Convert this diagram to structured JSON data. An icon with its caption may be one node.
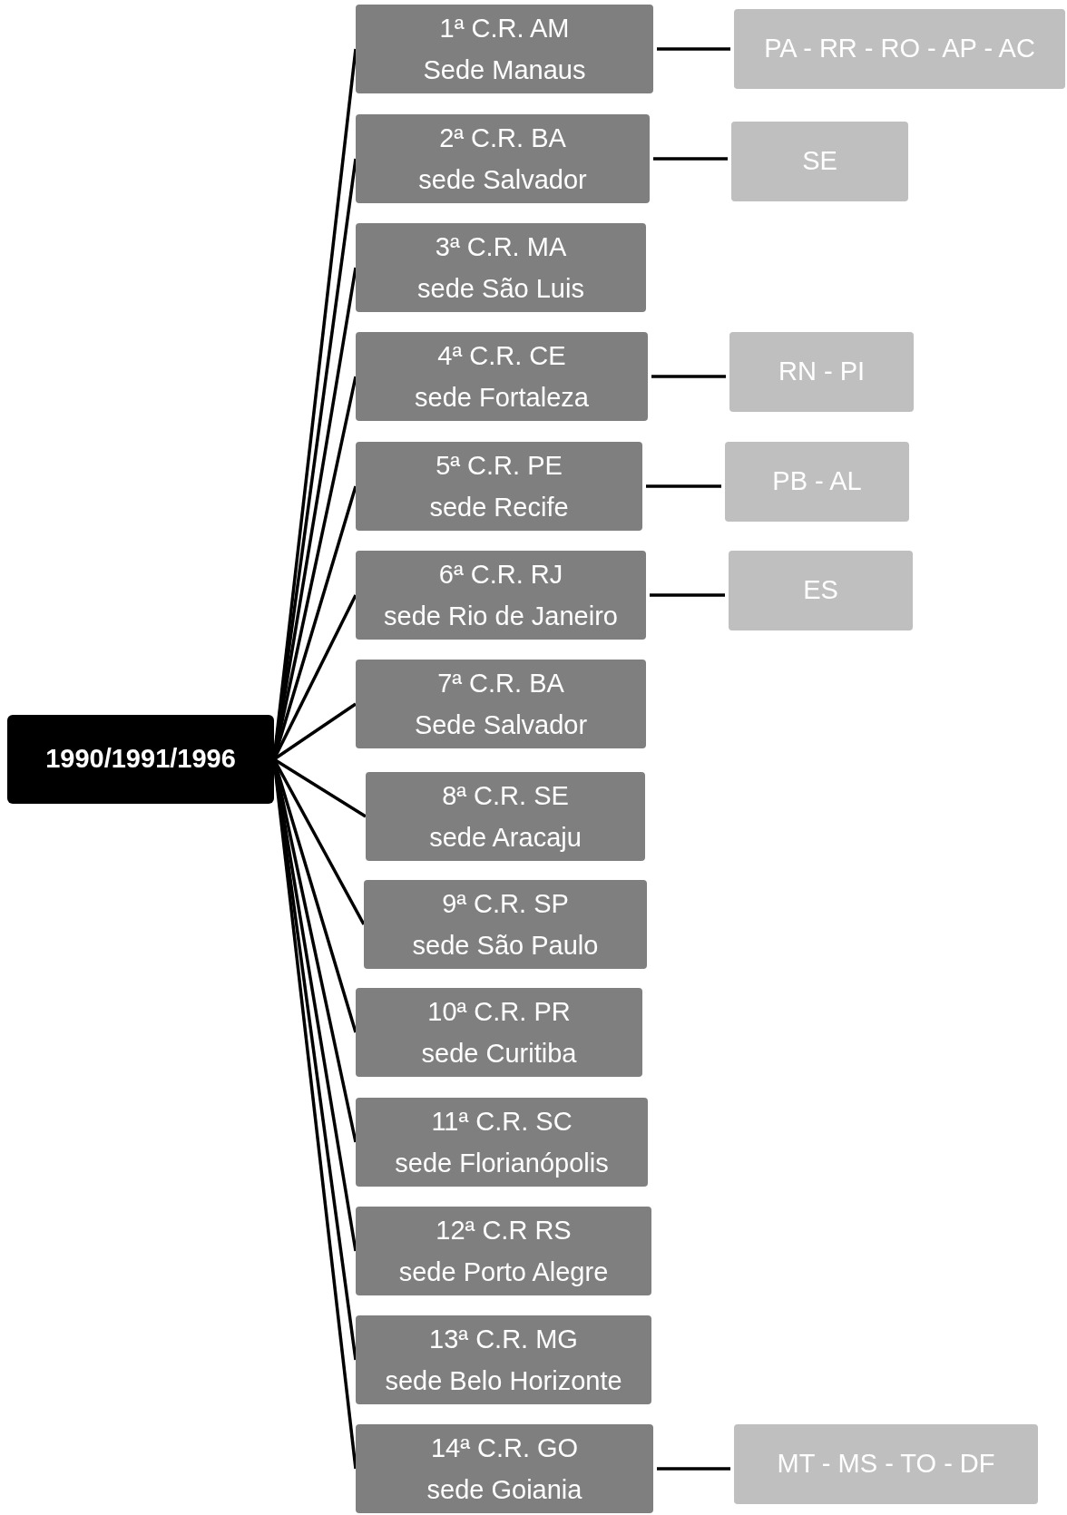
{
  "diagram": {
    "nodes": [
      {
        "text": [
          "1990/1991/1996"
        ]
      },
      {
        "text": [
          "1ª C.R. AM",
          "Sede Manaus"
        ]
      },
      {
        "text": [
          "2ª C.R. BA",
          "sede Salvador"
        ]
      },
      {
        "text": [
          "3ª C.R. MA",
          "sede São Luis"
        ]
      },
      {
        "text": [
          "4ª C.R. CE",
          "sede Fortaleza"
        ]
      },
      {
        "text": [
          "5ª C.R. PE",
          "sede Recife"
        ]
      },
      {
        "text": [
          "6ª C.R. RJ",
          "sede Rio de Janeiro"
        ]
      },
      {
        "text": [
          "7ª C.R. BA",
          "Sede Salvador"
        ]
      },
      {
        "text": [
          "8ª C.R. SE",
          "sede Aracaju"
        ]
      },
      {
        "text": [
          "9ª C.R. SP",
          "sede São Paulo"
        ]
      },
      {
        "text": [
          "10ª C.R. PR",
          "sede Curitiba"
        ]
      },
      {
        "text": [
          "11ª C.R. SC",
          "sede Florianópolis"
        ]
      },
      {
        "text": [
          "12ª C.R RS",
          "sede Porto Alegre"
        ]
      },
      {
        "text": [
          "13ª C.R. MG",
          "sede Belo Horizonte"
        ]
      },
      {
        "text": [
          "14ª C.R. GO",
          "sede Goiania"
        ]
      },
      {
        "text": [
          "PA - RR - RO - AP - AC"
        ]
      },
      {
        "text": [
          "SE"
        ]
      },
      {
        "text": [
          "RN - PI"
        ]
      },
      {
        "text": [
          "PB - AL"
        ]
      },
      {
        "text": [
          "ES"
        ]
      },
      {
        "text": [
          "MT - MS - TO - DF"
        ]
      }
    ],
    "edges": [
      {
        "from": 0,
        "to": 1,
        "arrow": "none"
      },
      {
        "from": 0,
        "to": 2,
        "arrow": "none"
      },
      {
        "from": 0,
        "to": 3,
        "arrow": "none"
      },
      {
        "from": 0,
        "to": 4,
        "arrow": "none"
      },
      {
        "from": 0,
        "to": 5,
        "arrow": "none"
      },
      {
        "from": 0,
        "to": 6,
        "arrow": "none"
      },
      {
        "from": 0,
        "to": 7,
        "arrow": "none"
      },
      {
        "from": 0,
        "to": 8,
        "arrow": "none"
      },
      {
        "from": 0,
        "to": 9,
        "arrow": "none"
      },
      {
        "from": 0,
        "to": 10,
        "arrow": "none"
      },
      {
        "from": 0,
        "to": 11,
        "arrow": "none"
      },
      {
        "from": 0,
        "to": 12,
        "arrow": "none"
      },
      {
        "from": 0,
        "to": 13,
        "arrow": "none"
      },
      {
        "from": 0,
        "to": 14,
        "arrow": "none"
      },
      {
        "from": 1,
        "to": 15,
        "arrow": "none"
      },
      {
        "from": 2,
        "to": 16,
        "arrow": "none"
      },
      {
        "from": 4,
        "to": 17,
        "arrow": "none"
      },
      {
        "from": 5,
        "to": 18,
        "arrow": "none"
      },
      {
        "from": 6,
        "to": 19,
        "arrow": "none"
      },
      {
        "from": 14,
        "to": 20,
        "arrow": "none"
      }
    ]
  }
}
